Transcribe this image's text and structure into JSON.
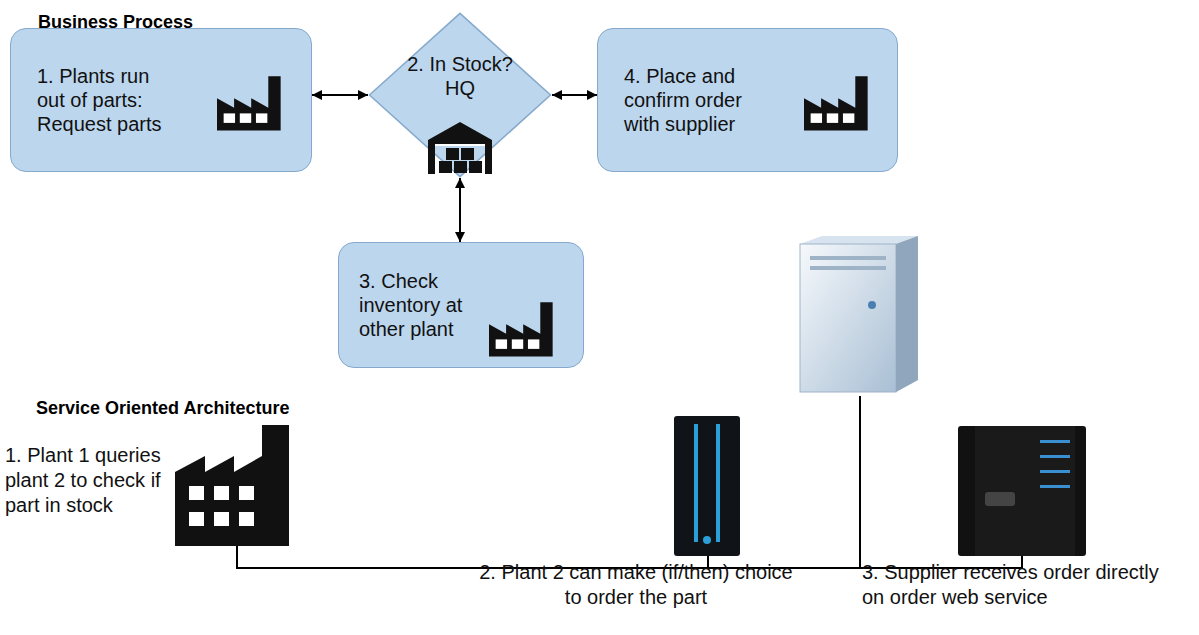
{
  "diagram": {
    "title": "Business Process",
    "nodes": [
      {
        "text": [
          "1. Plants run out of parts: Request parts"
        ]
      },
      {
        "text": [
          "2. In Stock? HQ"
        ]
      },
      {
        "text": [
          "4. Place and confirm order with supplier"
        ]
      },
      {
        "text": [
          "3. Check inventory at other plant"
        ]
      }
    ],
    "edges": [
      {
        "from": 0,
        "to": 1,
        "arrow": "both"
      },
      {
        "from": 1,
        "to": 2,
        "arrow": "both"
      },
      {
        "from": 1,
        "to": 3,
        "arrow": "both"
      }
    ],
    "labels": [
      "Service Oriented Architecture",
      "1. Plant 1 queries plant 2 to check if part in stock",
      "2. Plant 2 can make (if/then) choice to order the part",
      "3. Supplier receives order directly on order web service"
    ]
  }
}
